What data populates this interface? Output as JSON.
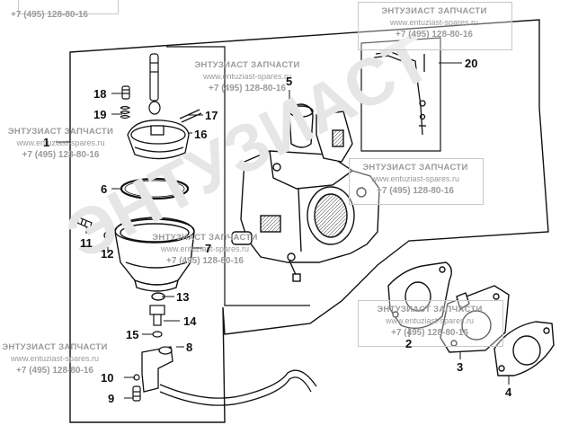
{
  "callouts": {
    "c1": "1",
    "c2": "2",
    "c3": "3",
    "c4": "4",
    "c5": "5",
    "c6": "6",
    "c7": "7",
    "c8": "8",
    "c9": "9",
    "c10": "10",
    "c11": "11",
    "c12": "12",
    "c13": "13",
    "c14": "14",
    "c15": "15",
    "c16": "16",
    "c17": "17",
    "c18": "18",
    "c19": "19",
    "c20": "20"
  },
  "watermark": {
    "company": "ЭНТУЗИАСТ ЗАПЧАСТИ",
    "site": "www.entuziast-spares.ru",
    "phone": "+7 (495) 128-80-16",
    "company_short": "ЭНТУЗИАСТ ЗАПЧАСТИ",
    "big_text": "ЭНТУЗИАСТ",
    "small_text": "ЗАПЧАСТИ"
  }
}
